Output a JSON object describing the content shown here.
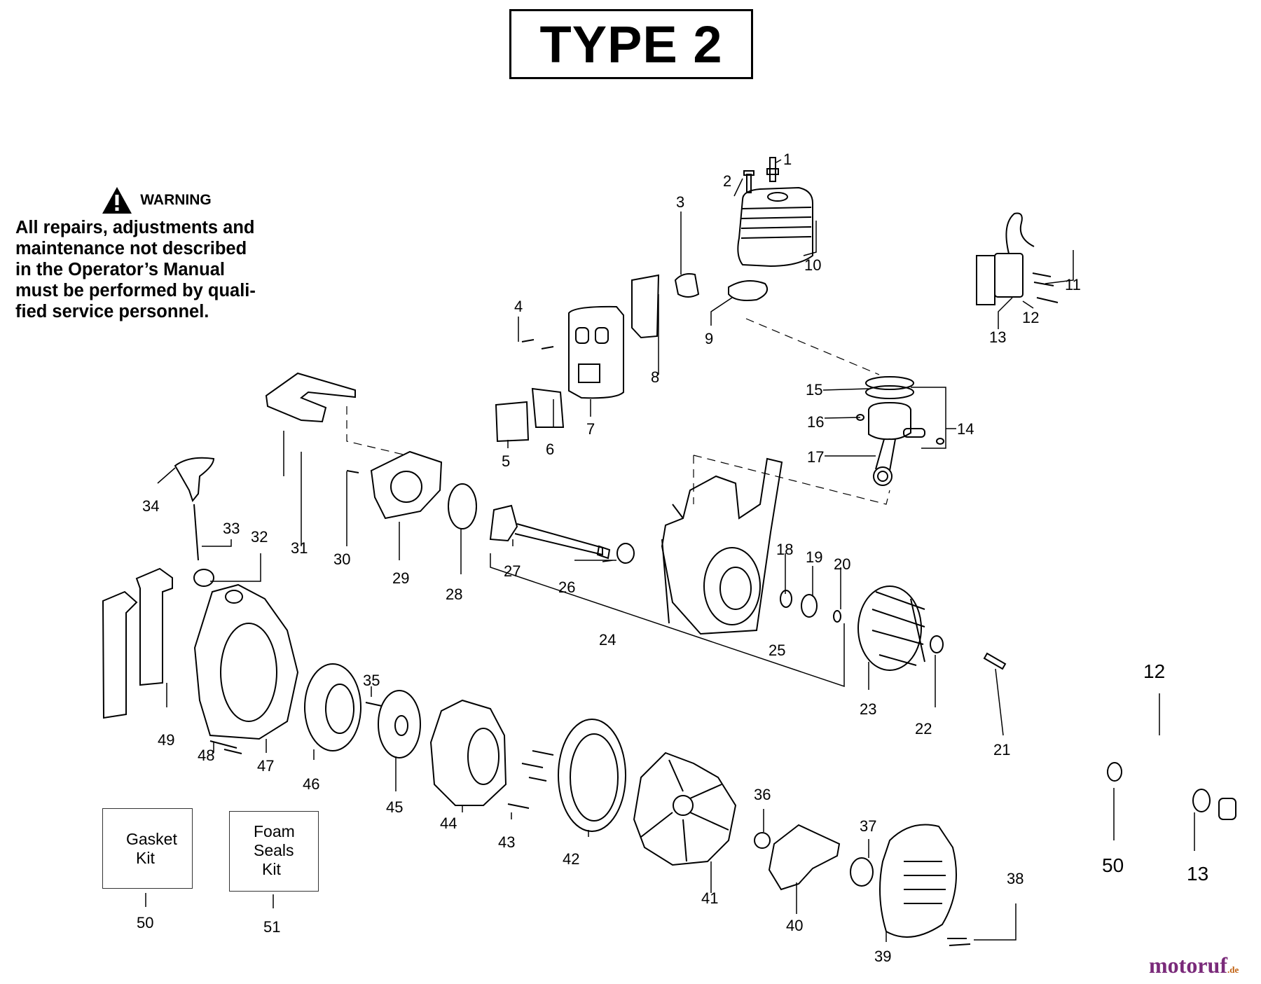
{
  "header": {
    "title": "TYPE 2"
  },
  "warning": {
    "label": "WARNING",
    "lines": [
      "All repairs, adjustments and",
      "maintenance not described",
      "in the Operator’s Manual",
      "must be performed by quali-",
      "fied service personnel."
    ]
  },
  "kits": {
    "gasket": {
      "line1": "Gasket",
      "line2": "Kit"
    },
    "foam": {
      "line1": "Foam",
      "line2": "Seals",
      "line3": "Kit"
    }
  },
  "callouts": {
    "c1": "1",
    "c2": "2",
    "c3": "3",
    "c4": "4",
    "c5": "5",
    "c6": "6",
    "c7": "7",
    "c8": "8",
    "c9": "9",
    "c10": "10",
    "c11": "11",
    "c12": "12",
    "c13": "13",
    "c14": "14",
    "c15": "15",
    "c16": "16",
    "c17": "17",
    "c18": "18",
    "c19": "19",
    "c20": "20",
    "c21": "21",
    "c22": "22",
    "c23": "23",
    "c24": "24",
    "c25": "25",
    "c26": "26",
    "c27": "27",
    "c28": "28",
    "c29": "29",
    "c30": "30",
    "c31": "31",
    "c32": "32",
    "c33": "33",
    "c34": "34",
    "c35": "35",
    "c36": "36",
    "c37": "37",
    "c38": "38",
    "c39": "39",
    "c40": "40",
    "c41": "41",
    "c42": "42",
    "c43": "43",
    "c44": "44",
    "c45": "45",
    "c46": "46",
    "c47": "47",
    "c48": "48",
    "c49": "49",
    "c50": "50",
    "c51": "51",
    "c12b": "12",
    "c50b": "50",
    "c13b": "13"
  },
  "watermark": {
    "main": "motoruf",
    "suffix": ".de"
  }
}
